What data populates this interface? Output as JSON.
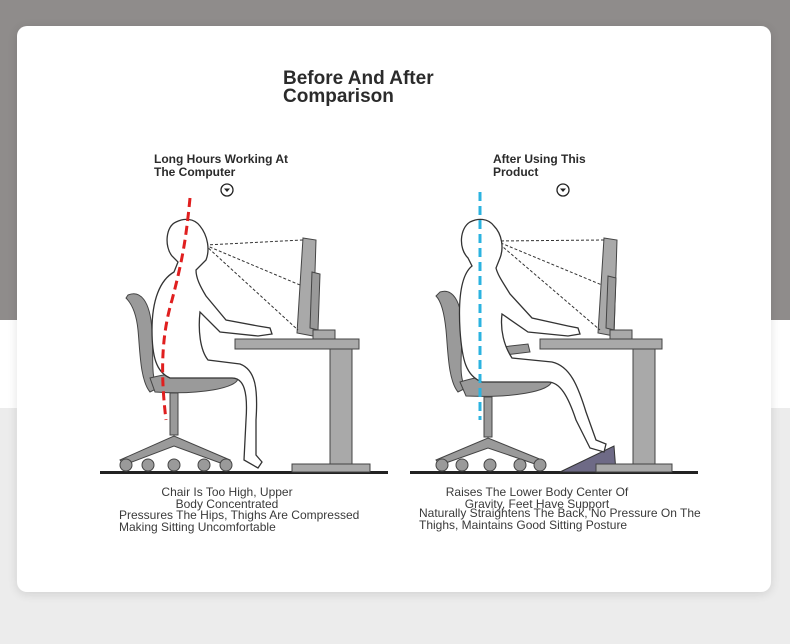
{
  "title": "Before And After\nComparison",
  "before": {
    "heading": "Long Hours Working At\nThe Computer",
    "caption_a": "Chair Is Too High, Upper\nBody Concentrated",
    "caption_b": "Pressures The Hips, Thighs Are Compressed\nMaking Sitting Uncomfortable",
    "spine_color": "#e01f1f"
  },
  "after": {
    "heading": "After Using This\nProduct",
    "caption_a": "Raises The Lower Body Center Of\nGravity, Feet Have Support",
    "caption_b": "Naturally Straightens The Back, No Pressure On The\nThighs, Maintains Good Sitting Posture",
    "spine_color": "#2bb3e0"
  },
  "icons": {
    "indicator": "chevron-down-circle-icon"
  }
}
